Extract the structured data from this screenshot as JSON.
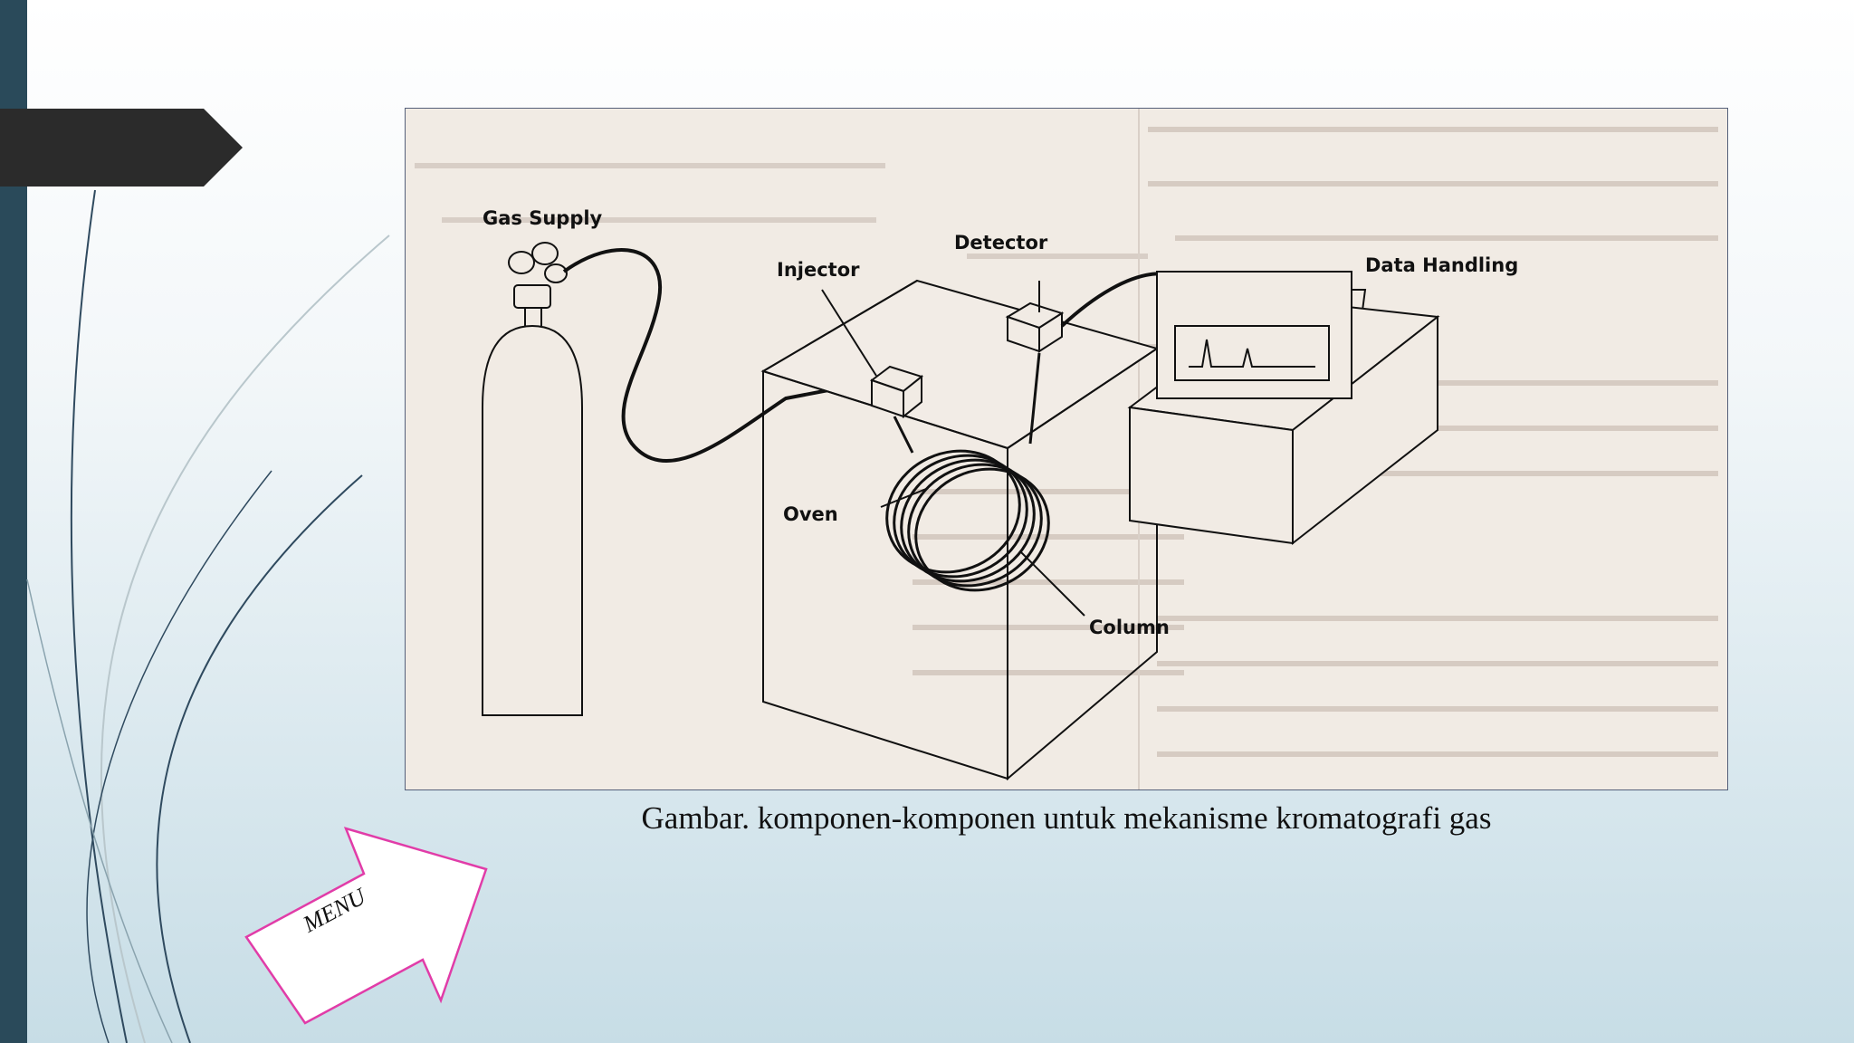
{
  "caption": "Gambar. komponen-komponen untuk mekanisme kromatografi gas",
  "menu_label": "MENU",
  "diagram": {
    "labels": {
      "gas_supply": "Gas Supply",
      "detector": "Detector",
      "injector": "Injector",
      "data_handling": "Data Handling",
      "oven": "Oven",
      "column": "Column"
    }
  },
  "colors": {
    "left_bar": "#2a4a5a",
    "tab_arrow": "#2b2b2b",
    "menu_border": "#e13ca8",
    "figure_bg": "#f1ebe4"
  }
}
